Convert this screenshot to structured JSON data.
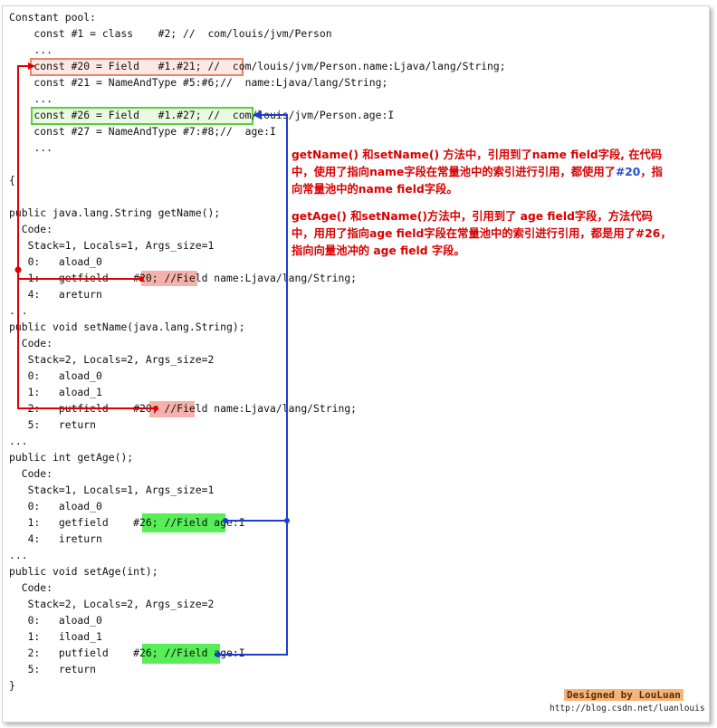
{
  "code_lines": [
    "Constant pool:",
    "    const #1 = class    #2; //  com/louis/jvm/Person",
    "    ...",
    "    const #20 = Field   #1.#21; //  com/louis/jvm/Person.name:Ljava/lang/String;",
    "    const #21 = NameAndType #5:#6;//  name:Ljava/lang/String;",
    "    ...",
    "    const #26 = Field   #1.#27; //  com/louis/jvm/Person.age:I",
    "    const #27 = NameAndType #7:#8;//  age:I",
    "    ...",
    "",
    "{",
    "",
    "public java.lang.String getName();",
    "  Code:",
    "   Stack=1, Locals=1, Args_size=1",
    "   0:   aload_0",
    "   1:   getfield    #20; //Field name:Ljava/lang/String;",
    "   4:   areturn",
    "...",
    "public void setName(java.lang.String);",
    "  Code:",
    "   Stack=2, Locals=2, Args_size=2",
    "   0:   aload_0",
    "   1:   aload_1",
    "   2:   putfield    #20; //Field name:Ljava/lang/String;",
    "   5:   return",
    "...",
    "public int getAge();",
    "  Code:",
    "   Stack=1, Locals=1, Args_size=1",
    "   0:   aload_0",
    "   1:   getfield    #26; //Field age:I",
    "   4:   ireturn",
    "...",
    "public void setAge(int);",
    "  Code:",
    "   Stack=2, Locals=2, Args_size=2",
    "   0:   aload_0",
    "   1:   iload_1",
    "   2:   putfield    #26; //Field age:I",
    "   5:   return",
    "}"
  ],
  "annotations": {
    "name_note_a": "getName() 和setName() 方法中，引用到了name field字段, 在代码中，使用了指向name字段在常量池中的索引进行引用，都使用了",
    "name_note_ref": "#20",
    "name_note_b": "，指向常量池中的name field字段。",
    "age_note": "getAge() 和setName()方法中，引用到了 age field字段，方法代码中，用用了指向age field字段在常量池中的索引进行引用，都是用了#26，指向向量池冲的 age field 字段。"
  },
  "colors": {
    "name_arrow": "#e00000",
    "age_arrow": "#1a3fd0",
    "name_box_border": "#e9836f",
    "age_box_border": "#5fcc3c",
    "name_ref_fill": "#f6b2aa",
    "age_ref_fill": "#57ee57"
  },
  "footer": {
    "signature": "Designed by LouLuan",
    "url": "http://blog.csdn.net/luanlouis"
  }
}
